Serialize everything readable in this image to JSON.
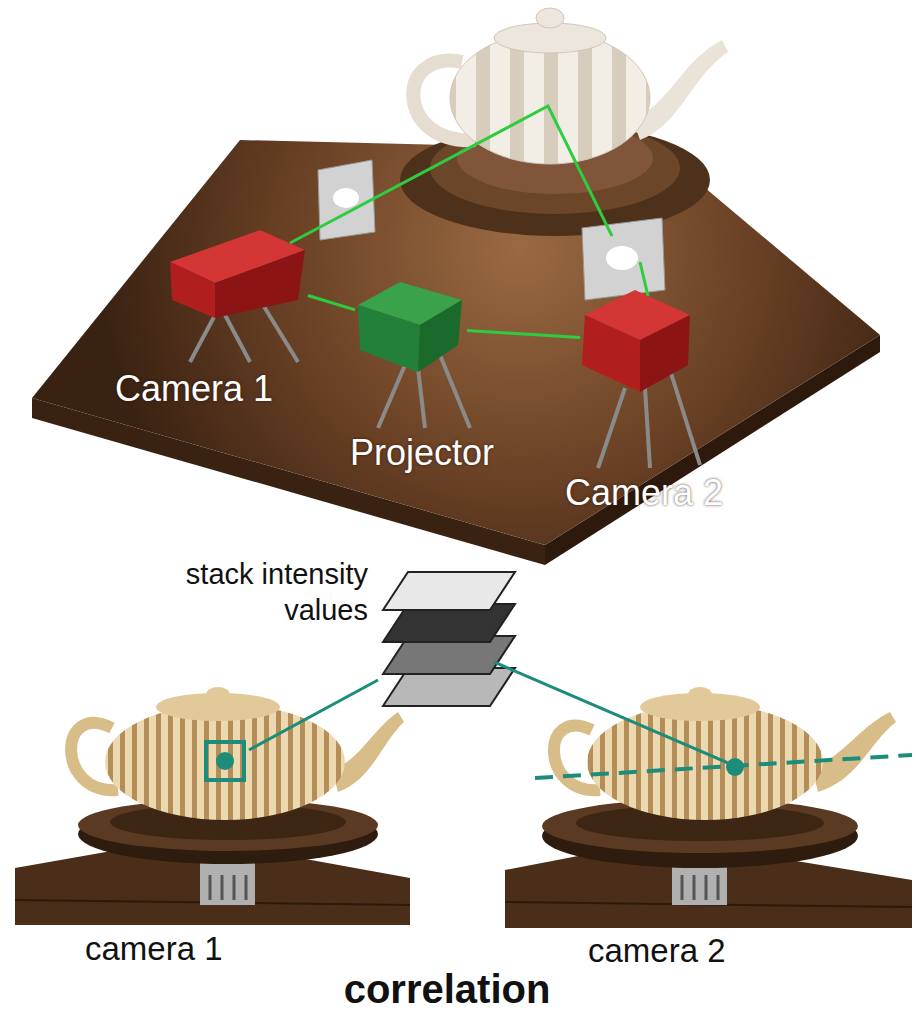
{
  "diagram": {
    "caption": "correlation",
    "nodes": [
      {
        "text": [
          "Camera 1"
        ]
      },
      {
        "text": [
          "Projector"
        ]
      },
      {
        "text": [
          "Camera 2"
        ]
      }
    ],
    "edges": [
      {
        "from": 0,
        "to": 1,
        "arrow": "none"
      },
      {
        "from": 1,
        "to": 2,
        "arrow": "none"
      }
    ],
    "labels": [
      "stack intensity values",
      "camera 1",
      "camera 2"
    ]
  }
}
